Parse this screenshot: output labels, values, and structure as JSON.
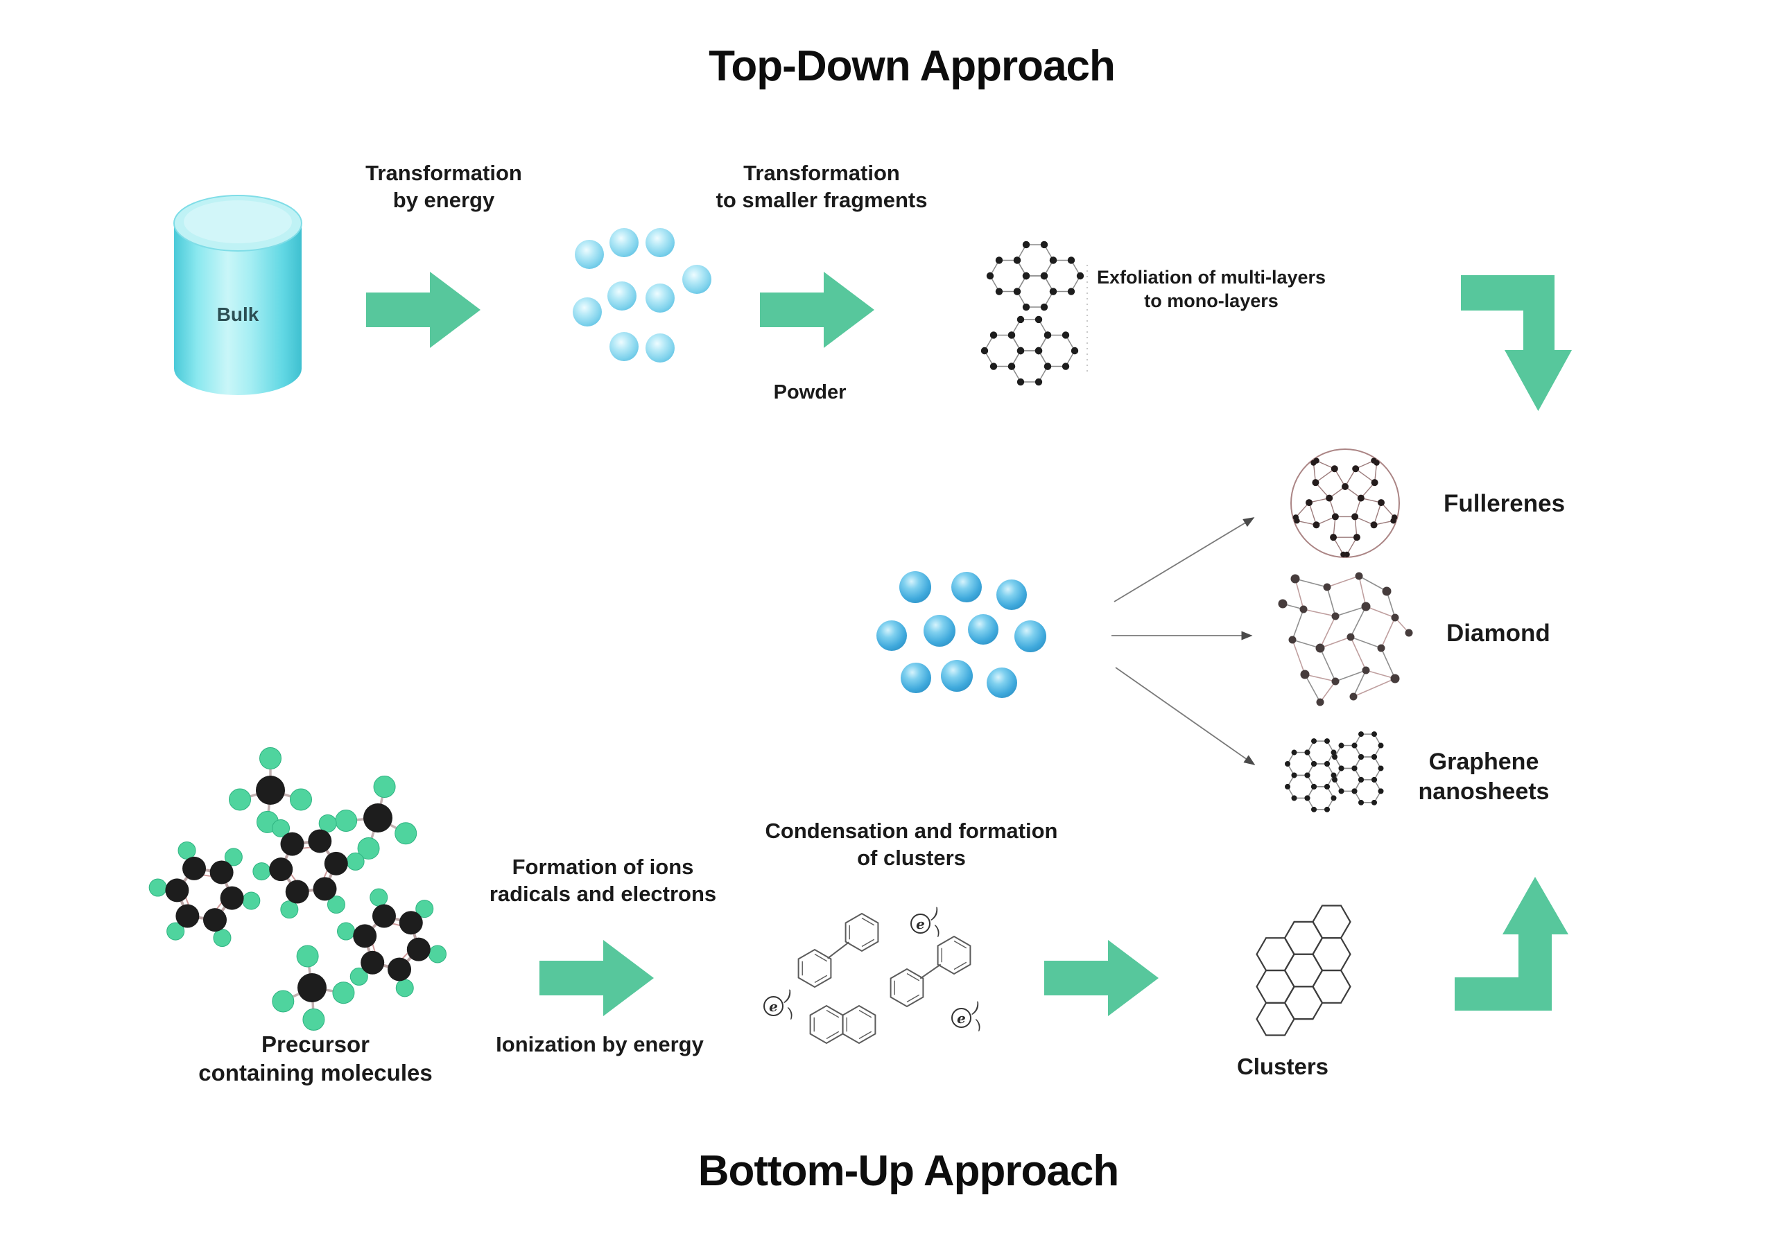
{
  "diagram": {
    "title_top": "Top-Down Approach",
    "title_bottom": "Bottom-Up Approach",
    "top_down": {
      "bulk_label": "Bulk",
      "transformation_energy_label": "Transformation\nby energy",
      "transformation_fragments_label": "Transformation\nto smaller fragments",
      "powder_label": "Powder",
      "exfoliation_label": "Exfoliation of multi-layers\nto mono-layers"
    },
    "products": {
      "fullerenes_label": "Fullerenes",
      "diamond_label": "Diamond",
      "graphene_label": "Graphene\nnanosheets"
    },
    "bottom_up": {
      "precursor_label": "Precursor\ncontaining molecules",
      "formation_label": "Formation of ions\nradicals and electrons",
      "ionization_label": "Ionization by energy",
      "condensation_label": "Condensation and formation\nof clusters",
      "clusters_label": "Clusters",
      "electron_symbol": "e",
      "electron_arc": ")"
    },
    "colors": {
      "arrow_green": "#57c79c",
      "bulk_cyan": "#7be0ea",
      "sphere_blue": "#8fdcf0",
      "particle_blue": "#49b4e2",
      "atom_green": "#4fd49e",
      "atom_black": "#1d1d1d"
    }
  }
}
